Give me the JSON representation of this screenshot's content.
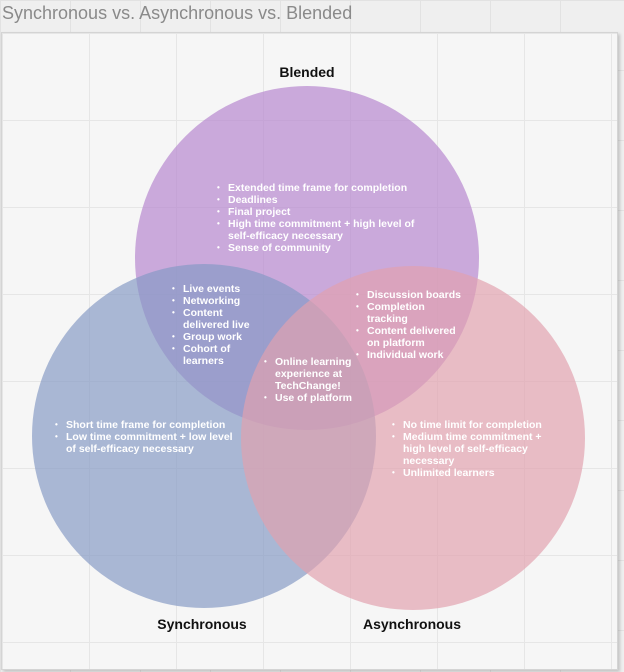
{
  "title": "Synchronous vs. Asynchronous vs. Blended",
  "circles": {
    "blended": {
      "label": "Blended",
      "color": "#c39fd6",
      "items": [
        "Extended time frame for completion",
        "Deadlines",
        "Final project",
        "High time commitment + high level of self-efficacy necessary",
        "Sense of community"
      ]
    },
    "synchronous": {
      "label": "Synchronous",
      "color": "#9aaed0",
      "items": [
        "Short time frame for completion",
        "Low time commitment + low level of self-efficacy necessary"
      ]
    },
    "asynchronous": {
      "label": "Asynchronous",
      "color": "#e5aab6",
      "items": [
        "No time limit for completion",
        "Medium time commitment + high level of self-efficacy necessary",
        "Unlimited learners"
      ]
    }
  },
  "overlaps": {
    "synchronous_blended": [
      "Live events",
      "Networking",
      "Content delivered live",
      "Group work",
      "Cohort of learners"
    ],
    "blended_asynchronous": [
      "Discussion boards",
      "Completion tracking",
      "Content delivered on platform",
      "Individual work"
    ],
    "all_three": [
      "Online learning experience at TechChange!",
      "Use of platform"
    ]
  }
}
